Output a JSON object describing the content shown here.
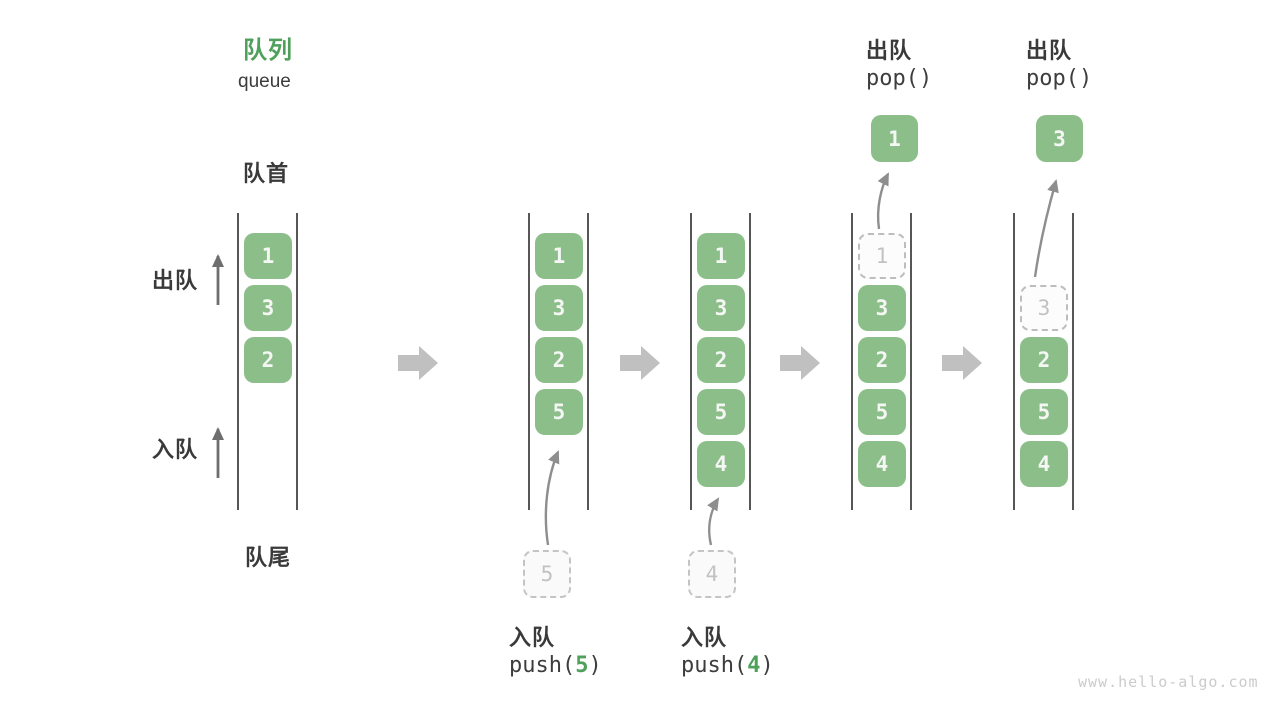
{
  "title": {
    "zh": "队列",
    "en": "queue"
  },
  "side_labels": {
    "front": "队首",
    "rear": "队尾",
    "dequeue": "出队",
    "enqueue": "入队"
  },
  "watermark": "www.hello-algo.com",
  "colors": {
    "box_green": "#8CBE8A",
    "title_green": "#4FA05B",
    "code_arg_green": "#4FA05B",
    "block_arrow_gray": "#C0C0C0",
    "curve_arrow_gray": "#8E8E8E",
    "side_arrow_gray": "#6E6E6E",
    "ghost_gray": "#C2C2C2",
    "label_dark": "#3D3D3D"
  },
  "queues": [
    {
      "cells": [
        "1",
        "3",
        "2"
      ]
    },
    {
      "cells": [
        "1",
        "3",
        "2",
        "5"
      ],
      "pending": "5",
      "op": {
        "zh": "入队",
        "fn_open": "push(",
        "arg": "5",
        "fn_close": ")"
      }
    },
    {
      "cells": [
        "1",
        "3",
        "2",
        "5",
        "4"
      ],
      "pending": "4",
      "op": {
        "zh": "入队",
        "fn_open": "push(",
        "arg": "4",
        "fn_close": ")"
      }
    },
    {
      "ghost": "1",
      "cells": [
        "3",
        "2",
        "5",
        "4"
      ],
      "out": "1",
      "op": {
        "zh": "出队",
        "fn": "pop()"
      }
    },
    {
      "ghost": "3",
      "cells": [
        "2",
        "5",
        "4"
      ],
      "out": "3",
      "op": {
        "zh": "出队",
        "fn": "pop()"
      }
    }
  ]
}
